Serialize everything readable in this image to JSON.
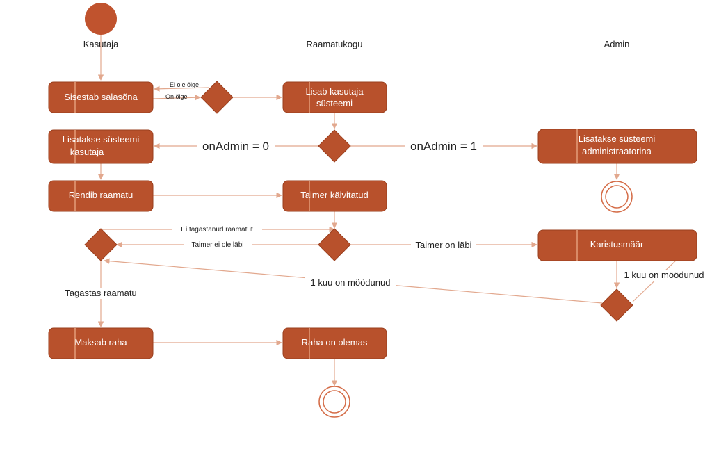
{
  "colors": {
    "activity_fill": "#b8512c",
    "activity_stroke": "#9a3f1e",
    "flow_line": "#e2a88e",
    "final_node": "#d46c47"
  },
  "lanes": {
    "kasutaja": "Kasutaja",
    "raamatukogu": "Raamatukogu",
    "admin": "Admin"
  },
  "activities": {
    "sisestab_salasona": "Sisestab salasõna",
    "lisab_kasutaja_1": "Lisab kasutaja",
    "lisab_kasutaja_2": "süsteemi",
    "lisatakse_kasutaja_1": "Lisatakse süsteemi",
    "lisatakse_kasutaja_2": "kasutaja",
    "lisatakse_admin_1": "Lisatakse süsteemi",
    "lisatakse_admin_2": "administraatorina",
    "rendib_raamatu": "Rendib raamatu",
    "taimer_kaivitatud": "Taimer käivitatud",
    "karistusmaar": "Karistusmäär",
    "maksab_raha": "Maksab raha",
    "raha_on_olemas": "Raha on olemas"
  },
  "edges": {
    "ei_ole_oige": "Ei ole õige",
    "on_oige": "On õige",
    "on_admin_0": "onAdmin = 0",
    "on_admin_1": "onAdmin = 1",
    "ei_tagastanud": "Ei tagastanud raamatut",
    "taimer_ei_ole_labi": "Taimer ei ole läbi",
    "taimer_on_labi": "Taimer on läbi",
    "kuu_moodunud_right": "1 kuu on möödunud",
    "kuu_moodunud_mid": "1 kuu on möödunud",
    "tagastas_raamatu": "Tagastas raamatu"
  }
}
